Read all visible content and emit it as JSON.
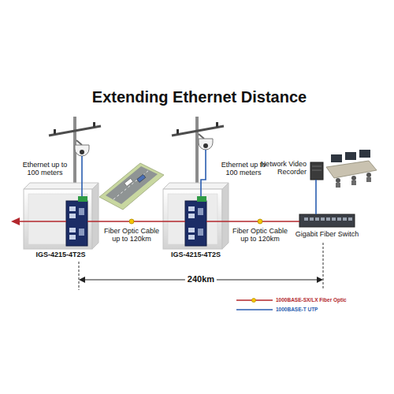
{
  "diagram": {
    "title": "Extending Ethernet Distance",
    "nodes": [
      {
        "text": [
          "IGS-4215-4T2S"
        ]
      },
      {
        "text": [
          "IGS-4215-4T2S"
        ]
      },
      {
        "text": [
          "Network Video Recorder"
        ]
      },
      {
        "text": [
          "Gigabit Fiber Switch"
        ]
      }
    ],
    "edges": [
      {
        "from": 0,
        "to": 1,
        "arrow": "none",
        "label": "Fiber Optic Cable up to 120km"
      },
      {
        "from": 1,
        "to": 3,
        "arrow": "none",
        "label": "Fiber Optic Cable up to 120km"
      },
      {
        "from": 2,
        "to": 3,
        "arrow": "none"
      }
    ],
    "labels": [
      "Ethernet up to 100 meters",
      "Ethernet up to 100 meters",
      "240km"
    ],
    "legend": [
      {
        "text": "1000BASE-SX/LX Fiber Optic"
      },
      {
        "text": "1000BASE-T UTP"
      }
    ]
  }
}
